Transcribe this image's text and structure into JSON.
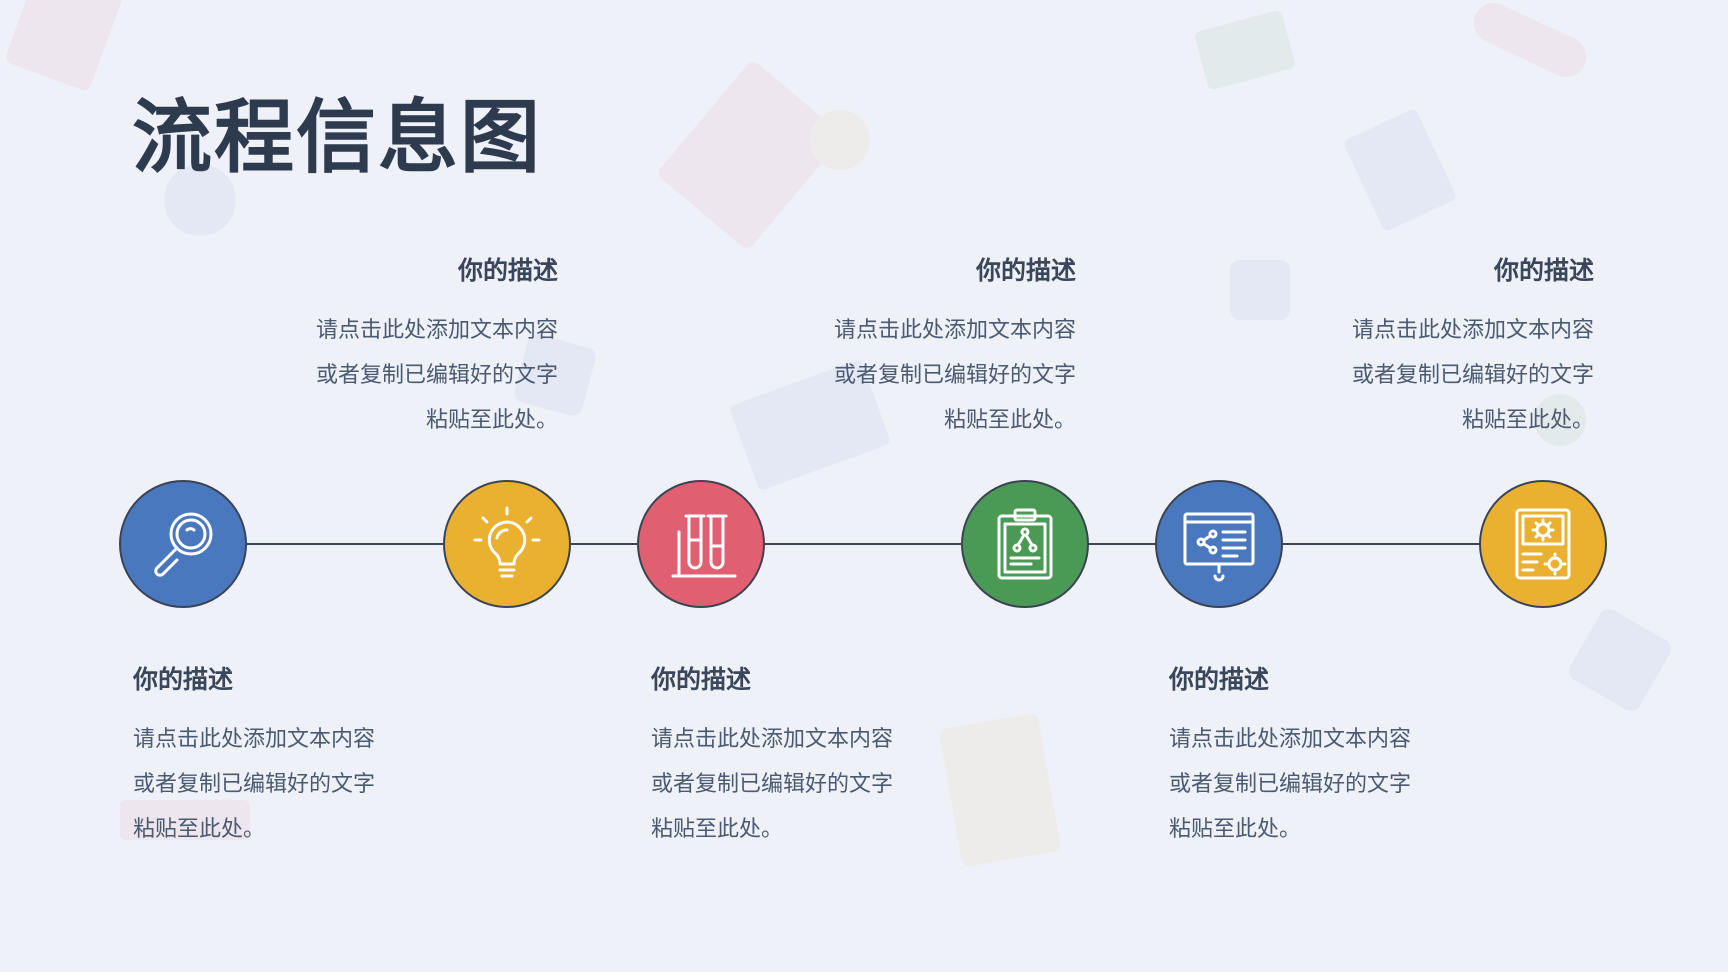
{
  "title": "流程信息图",
  "colors": {
    "background": "#eef1f8",
    "title": "#2e3a4d",
    "line": "#3d4656",
    "blue": "#4a78be",
    "yellow": "#eab131",
    "red": "#e05f71",
    "green": "#4a9a55"
  },
  "nodes": [
    {
      "icon": "magnifier-icon",
      "color": "#4a78be"
    },
    {
      "icon": "lightbulb-icon",
      "color": "#eab131"
    },
    {
      "icon": "test-tubes-icon",
      "color": "#e05f71"
    },
    {
      "icon": "clipboard-molecule-icon",
      "color": "#4a9a55"
    },
    {
      "icon": "presentation-board-icon",
      "color": "#4a78be"
    },
    {
      "icon": "certificate-gear-icon",
      "color": "#eab131"
    }
  ],
  "descriptions": [
    {
      "heading": "你的描述",
      "lines": [
        "请点击此处添加文本内容",
        "或者复制已编辑好的文字",
        "粘贴至此处。"
      ]
    },
    {
      "heading": "你的描述",
      "lines": [
        "请点击此处添加文本内容",
        "或者复制已编辑好的文字",
        "粘贴至此处。"
      ]
    },
    {
      "heading": "你的描述",
      "lines": [
        "请点击此处添加文本内容",
        "或者复制已编辑好的文字",
        "粘贴至此处。"
      ]
    },
    {
      "heading": "你的描述",
      "lines": [
        "请点击此处添加文本内容",
        "或者复制已编辑好的文字",
        "粘贴至此处。"
      ]
    },
    {
      "heading": "你的描述",
      "lines": [
        "请点击此处添加文本内容",
        "或者复制已编辑好的文字",
        "粘贴至此处。"
      ]
    },
    {
      "heading": "你的描述",
      "lines": [
        "请点击此处添加文本内容",
        "或者复制已编辑好的文字",
        "粘贴至此处。"
      ]
    }
  ]
}
